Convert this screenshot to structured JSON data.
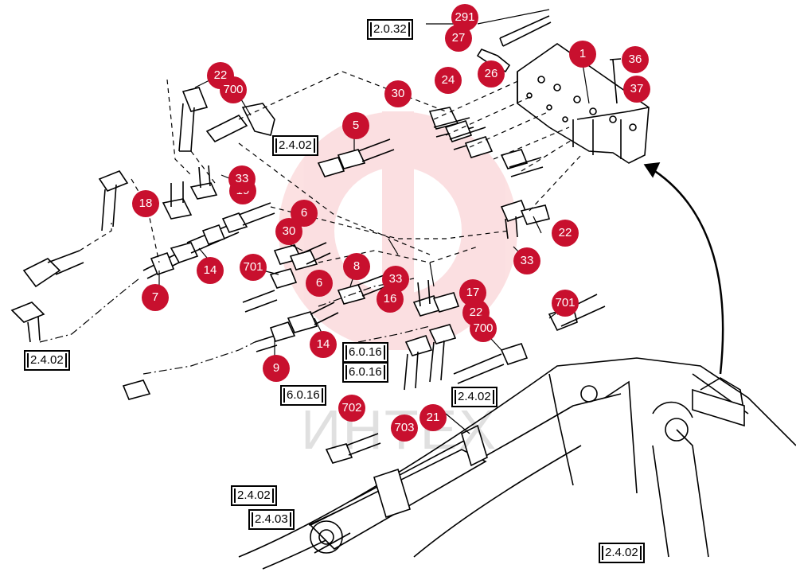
{
  "watermark": "ИНТЕХ",
  "callouts": [
    {
      "id": "c291",
      "label": "291"
    },
    {
      "id": "c27",
      "label": "27"
    },
    {
      "id": "c1",
      "label": "1"
    },
    {
      "id": "c36",
      "label": "36"
    },
    {
      "id": "c26",
      "label": "26"
    },
    {
      "id": "c37",
      "label": "37"
    },
    {
      "id": "c24",
      "label": "24"
    },
    {
      "id": "c30a",
      "label": "30"
    },
    {
      "id": "c22a",
      "label": "22"
    },
    {
      "id": "c700a",
      "label": "700"
    },
    {
      "id": "c5",
      "label": "5"
    },
    {
      "id": "c33a",
      "label": "33"
    },
    {
      "id": "c19",
      "label": "19"
    },
    {
      "id": "c18",
      "label": "18"
    },
    {
      "id": "c6a",
      "label": "6"
    },
    {
      "id": "c30b",
      "label": "30"
    },
    {
      "id": "c22b",
      "label": "22"
    },
    {
      "id": "c33b",
      "label": "33"
    },
    {
      "id": "c14a",
      "label": "14"
    },
    {
      "id": "c701a",
      "label": "701"
    },
    {
      "id": "c8",
      "label": "8"
    },
    {
      "id": "c7",
      "label": "7"
    },
    {
      "id": "c33c",
      "label": "33"
    },
    {
      "id": "c6b",
      "label": "6"
    },
    {
      "id": "c16",
      "label": "16"
    },
    {
      "id": "c17",
      "label": "17"
    },
    {
      "id": "c22c",
      "label": "22"
    },
    {
      "id": "c700b",
      "label": "700"
    },
    {
      "id": "c701b",
      "label": "701"
    },
    {
      "id": "c14b",
      "label": "14"
    },
    {
      "id": "c9",
      "label": "9"
    },
    {
      "id": "c702",
      "label": "702"
    },
    {
      "id": "c21",
      "label": "21"
    },
    {
      "id": "c703",
      "label": "703"
    }
  ],
  "refs": [
    {
      "id": "r1",
      "label": "2.0.32"
    },
    {
      "id": "r2",
      "label": "2.4.02"
    },
    {
      "id": "r3",
      "label": "2.4.02"
    },
    {
      "id": "r4",
      "label": "6.0.16"
    },
    {
      "id": "r5",
      "label": "6.0.16"
    },
    {
      "id": "r6",
      "label": "6.0.16"
    },
    {
      "id": "r7",
      "label": "2.4.02"
    },
    {
      "id": "r8",
      "label": "2.4.02"
    },
    {
      "id": "r9",
      "label": "2.4.03"
    },
    {
      "id": "r10",
      "label": "2.4.02"
    }
  ]
}
